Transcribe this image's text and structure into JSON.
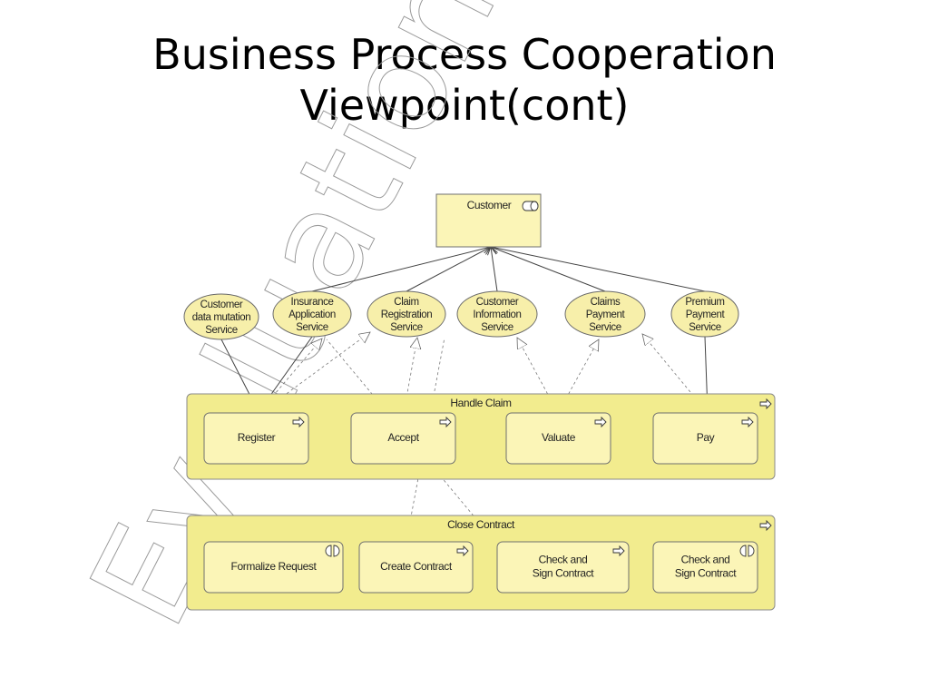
{
  "title": {
    "line1": "Business Process Cooperation",
    "line2": "Viewpoint(cont)"
  },
  "diagram": {
    "actor": {
      "label": "Customer",
      "icon": "actor-role-icon"
    },
    "services": [
      {
        "id": "svc1",
        "lines": [
          "Customer",
          "data mutation",
          "Service"
        ]
      },
      {
        "id": "svc2",
        "lines": [
          "Insurance",
          "Application",
          "Service"
        ]
      },
      {
        "id": "svc3",
        "lines": [
          "Claim",
          "Registration",
          "Service"
        ]
      },
      {
        "id": "svc4",
        "lines": [
          "Customer",
          "Information",
          "Service"
        ]
      },
      {
        "id": "svc5",
        "lines": [
          "Claims",
          "Payment",
          "Service"
        ]
      },
      {
        "id": "svc6",
        "lines": [
          "Premium",
          "Payment",
          "Service"
        ]
      }
    ],
    "groups": [
      {
        "id": "handle-claim",
        "label": "Handle Claim",
        "steps": [
          {
            "label": [
              "Register"
            ],
            "icon": "process-arrow-icon"
          },
          {
            "label": [
              "Accept"
            ],
            "icon": "process-arrow-icon"
          },
          {
            "label": [
              "Valuate"
            ],
            "icon": "process-arrow-icon"
          },
          {
            "label": [
              "Pay"
            ],
            "icon": "process-arrow-icon"
          }
        ]
      },
      {
        "id": "close-contract",
        "label": "Close Contract",
        "steps": [
          {
            "label": [
              "Formalize Request"
            ],
            "icon": "interaction-icon"
          },
          {
            "label": [
              "Create Contract"
            ],
            "icon": "process-arrow-icon"
          },
          {
            "label": [
              "Check and",
              "Sign Contract"
            ],
            "icon": "process-arrow-icon"
          },
          {
            "label": [
              "Check and",
              "Sign Contract"
            ],
            "icon": "interaction-icon"
          }
        ]
      }
    ],
    "watermark": "Evaluation Copy"
  }
}
